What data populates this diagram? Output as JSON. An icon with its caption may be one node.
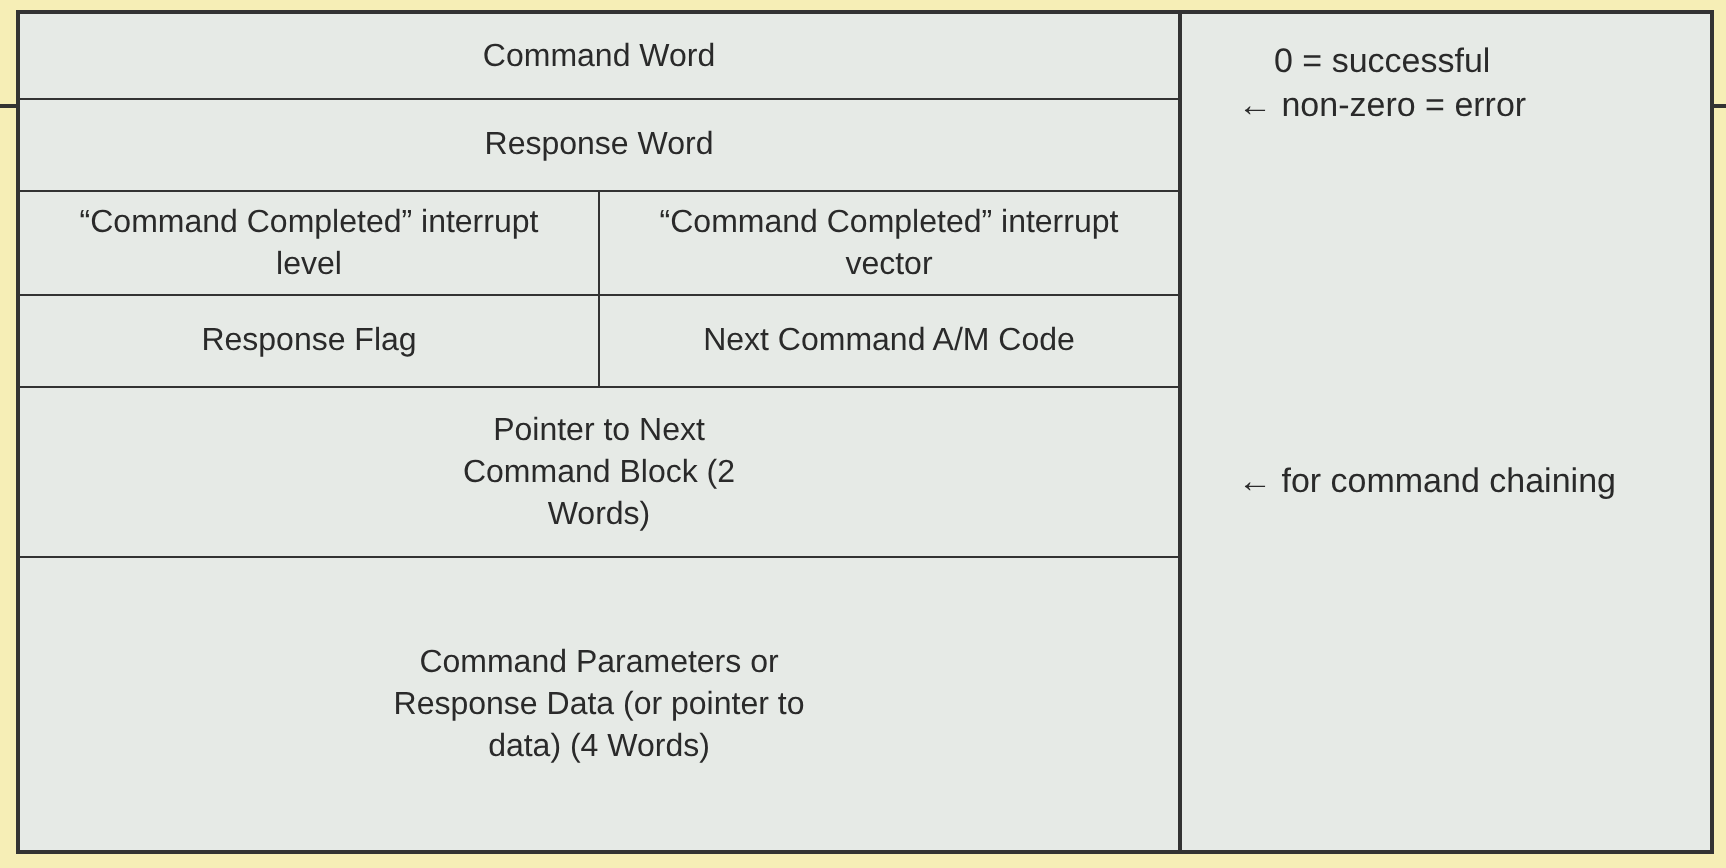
{
  "diagram": {
    "nodes": [
      {
        "text": [
          "Command Word"
        ]
      },
      {
        "text": [
          "Response Word"
        ]
      },
      {
        "text": [
          "“Command Completed” interrupt level"
        ]
      },
      {
        "text": [
          "“Command Completed” interrupt vector"
        ]
      },
      {
        "text": [
          "Response Flag"
        ]
      },
      {
        "text": [
          "Next Command A/M Code"
        ]
      },
      {
        "text": [
          "Pointer to Next Command Block (2 Words)"
        ]
      },
      {
        "text": [
          "Command Parameters or Response Data (or pointer to data) (4 Words)"
        ]
      },
      {
        "text": [
          "0 = successful",
          "← non-zero = error",
          "← for command chaining"
        ]
      }
    ]
  }
}
